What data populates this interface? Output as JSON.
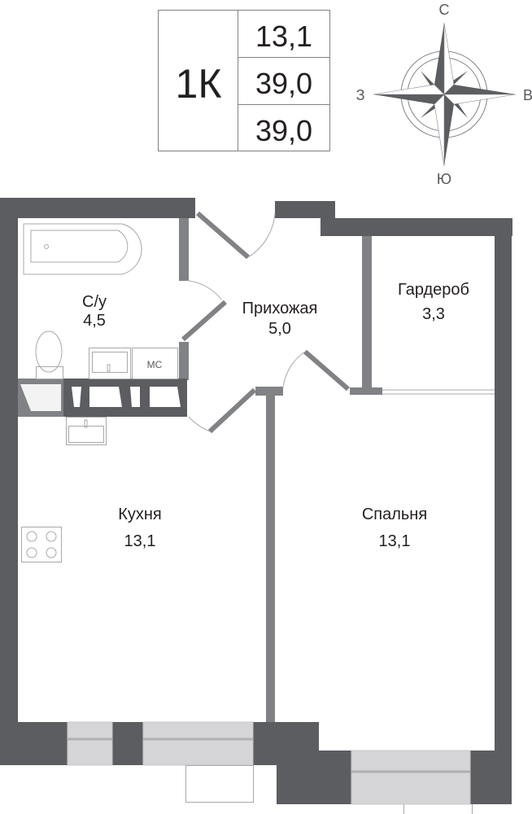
{
  "summary": {
    "rooms_label": "1К",
    "living_area": "13,1",
    "total_area": "39,0",
    "total_area_with_balcony": "39,0"
  },
  "compass": {
    "north": "С",
    "south": "Ю",
    "west": "З",
    "east": "В"
  },
  "rooms": {
    "bathroom": {
      "name": "С/у",
      "area": "4,5"
    },
    "hallway": {
      "name": "Прихожая",
      "area": "5,0"
    },
    "wardrobe": {
      "name": "Гардероб",
      "area": "3,3"
    },
    "kitchen": {
      "name": "Кухня",
      "area": "13,1"
    },
    "bedroom": {
      "name": "Спальня",
      "area": "13,1"
    }
  },
  "fixtures": {
    "washing_machine": "МС"
  },
  "colors": {
    "wall": "#5c5d61",
    "partition": "#808285",
    "window": "#d5d5d7"
  }
}
